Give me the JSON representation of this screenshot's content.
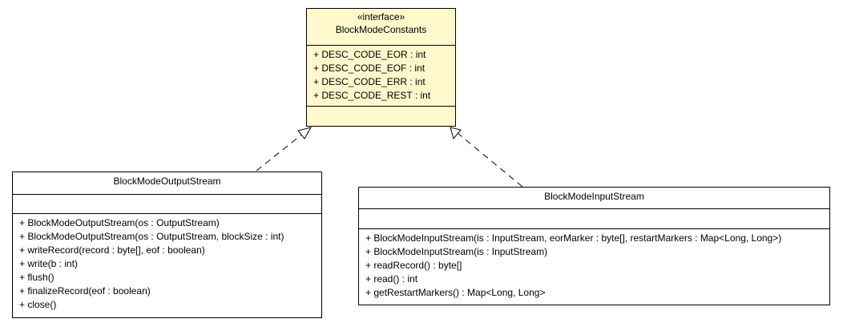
{
  "interface_box": {
    "stereotype": "«interface»",
    "name": "BlockModeConstants",
    "attributes": [
      "+ DESC_CODE_EOR : int",
      "+ DESC_CODE_EOF : int",
      "+ DESC_CODE_ERR : int",
      "+ DESC_CODE_REST : int"
    ],
    "operations": []
  },
  "output_stream_box": {
    "name": "BlockModeOutputStream",
    "attributes": [],
    "operations": [
      "+ BlockModeOutputStream(os : OutputStream)",
      "+ BlockModeOutputStream(os : OutputStream, blockSize : int)",
      "+ writeRecord(record : byte[], eof : boolean)",
      "+ write(b : int)",
      "+ flush()",
      "+ finalizeRecord(eof : boolean)",
      "+ close()"
    ]
  },
  "input_stream_box": {
    "name": "BlockModeInputStream",
    "attributes": [],
    "operations": [
      "+ BlockModeInputStream(is : InputStream, eorMarker : byte[], restartMarkers : Map<Long, Long>)",
      "+ BlockModeInputStream(is : InputStream)",
      "+ readRecord() : byte[]",
      "+ read() : int",
      "+ getRestartMarkers() : Map<Long, Long>"
    ]
  },
  "colors": {
    "interface_fill": "#fff8cc",
    "class_fill": "#ffffff",
    "line": "#000000"
  }
}
